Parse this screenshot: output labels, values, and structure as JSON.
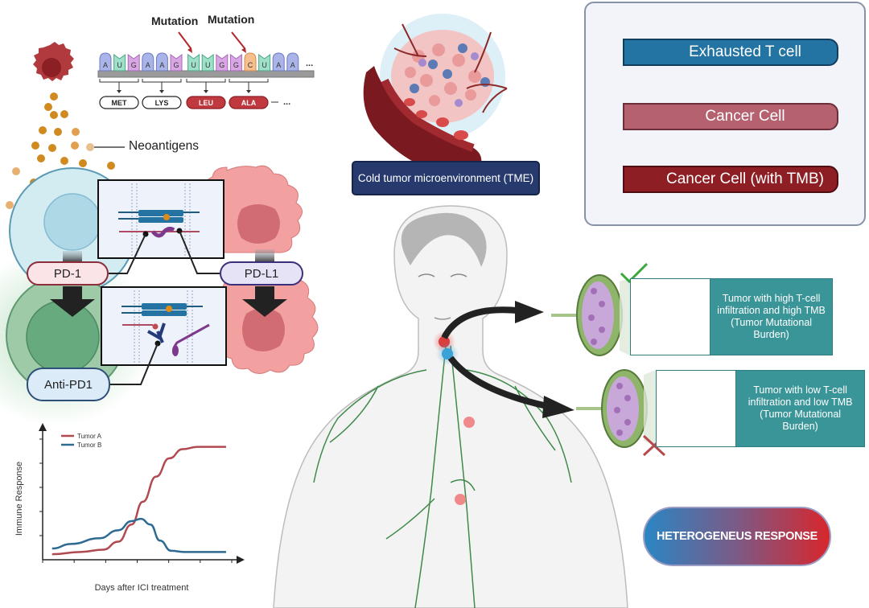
{
  "mutation_panel": {
    "mutation_labels": [
      "Mutation",
      "Mutation"
    ],
    "nucleotides": [
      "A",
      "U",
      "G",
      "A",
      "A",
      "G",
      "U",
      "U",
      "G",
      "G",
      "C",
      "U",
      "A",
      "A"
    ],
    "ellipsis": "...",
    "amino_acids": [
      {
        "label": "MET",
        "mutated": false
      },
      {
        "label": "LYS",
        "mutated": false
      },
      {
        "label": "LEU",
        "mutated": true
      },
      {
        "label": "ALA",
        "mutated": true
      }
    ],
    "neoantigens_label": "Neoantigens"
  },
  "tme": {
    "label": "Cold tumor microenvironment (TME)"
  },
  "legend": {
    "items": [
      {
        "label": "Exhausted T cell",
        "color": "#2474a3"
      },
      {
        "label": "Cancer Cell",
        "color": "#b5616f"
      },
      {
        "label": "Cancer Cell (with TMB)",
        "color": "#8d1f24"
      }
    ]
  },
  "checkpoint": {
    "pd1_label": "PD-1",
    "pdl1_label": "PD-L1",
    "antipd1_label": "Anti-PD1"
  },
  "outcomes": {
    "high": {
      "text": "Tumor with high T-cell infiltration and high TMB (Tumor Mutational Burden)",
      "mark": "check"
    },
    "low": {
      "text": "Tumor with low T-cell infiltration and low TMB (Tumor Mutational Burden)",
      "mark": "cross"
    }
  },
  "summary_badge": "HETEROGENEUS RESPONSE",
  "colors": {
    "tumor_a": "#b04a50",
    "tumor_b": "#2f6a93",
    "teal_box": "#3a9599",
    "check": "#3aa83a",
    "cross": "#b64a4a"
  },
  "chart_data": {
    "type": "line",
    "title": "",
    "xlabel": "Days after ICI treatment",
    "ylabel": "Immune Response",
    "x_ticks": 7,
    "y_ticks": 5,
    "tick_labels_shown": false,
    "xlim": [
      0,
      1
    ],
    "ylim": [
      0,
      1
    ],
    "legend_position": "top-left",
    "series": [
      {
        "name": "Tumor A",
        "color": "#b04a50",
        "x": [
          0.05,
          0.2,
          0.32,
          0.4,
          0.47,
          0.53,
          0.6,
          0.67,
          0.74,
          0.82,
          0.9,
          0.97
        ],
        "y": [
          0.02,
          0.04,
          0.06,
          0.13,
          0.28,
          0.48,
          0.7,
          0.86,
          0.94,
          0.96,
          0.96,
          0.96
        ]
      },
      {
        "name": "Tumor B",
        "color": "#2f6a93",
        "x": [
          0.05,
          0.15,
          0.3,
          0.4,
          0.47,
          0.52,
          0.57,
          0.62,
          0.68,
          0.75,
          0.85,
          0.97
        ],
        "y": [
          0.07,
          0.11,
          0.16,
          0.23,
          0.31,
          0.33,
          0.28,
          0.14,
          0.05,
          0.04,
          0.04,
          0.04
        ]
      }
    ]
  }
}
